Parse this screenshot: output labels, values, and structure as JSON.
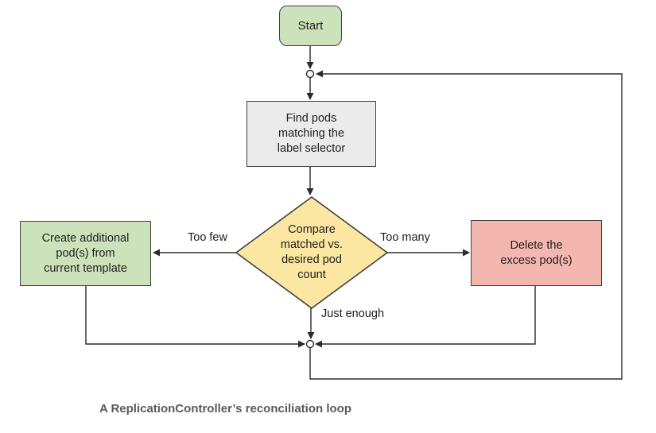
{
  "palette": {
    "node_green": "#cbe2ba",
    "node_yellow": "#fbe6a2",
    "node_pink": "#f4b7b0",
    "node_gray": "#ebebeb",
    "node_border": "#404040",
    "line": "#2b2b2b",
    "caption_text": "#595a5c"
  },
  "flowchart": {
    "start": {
      "label": "Start"
    },
    "find_pods": {
      "lines": [
        "Find pods",
        "matching the",
        "label selector"
      ]
    },
    "compare": {
      "lines": [
        "Compare",
        "matched vs.",
        "desired pod",
        "count"
      ]
    },
    "create_pods": {
      "lines": [
        "Create additional",
        "pod(s) from",
        "current template"
      ]
    },
    "delete_pods": {
      "lines": [
        "Delete the",
        "excess pod(s)"
      ]
    },
    "labels": {
      "too_few": "Too few",
      "too_many": "Too many",
      "just_enough": "Just enough"
    }
  },
  "caption": "A ReplicationController’s reconciliation loop"
}
